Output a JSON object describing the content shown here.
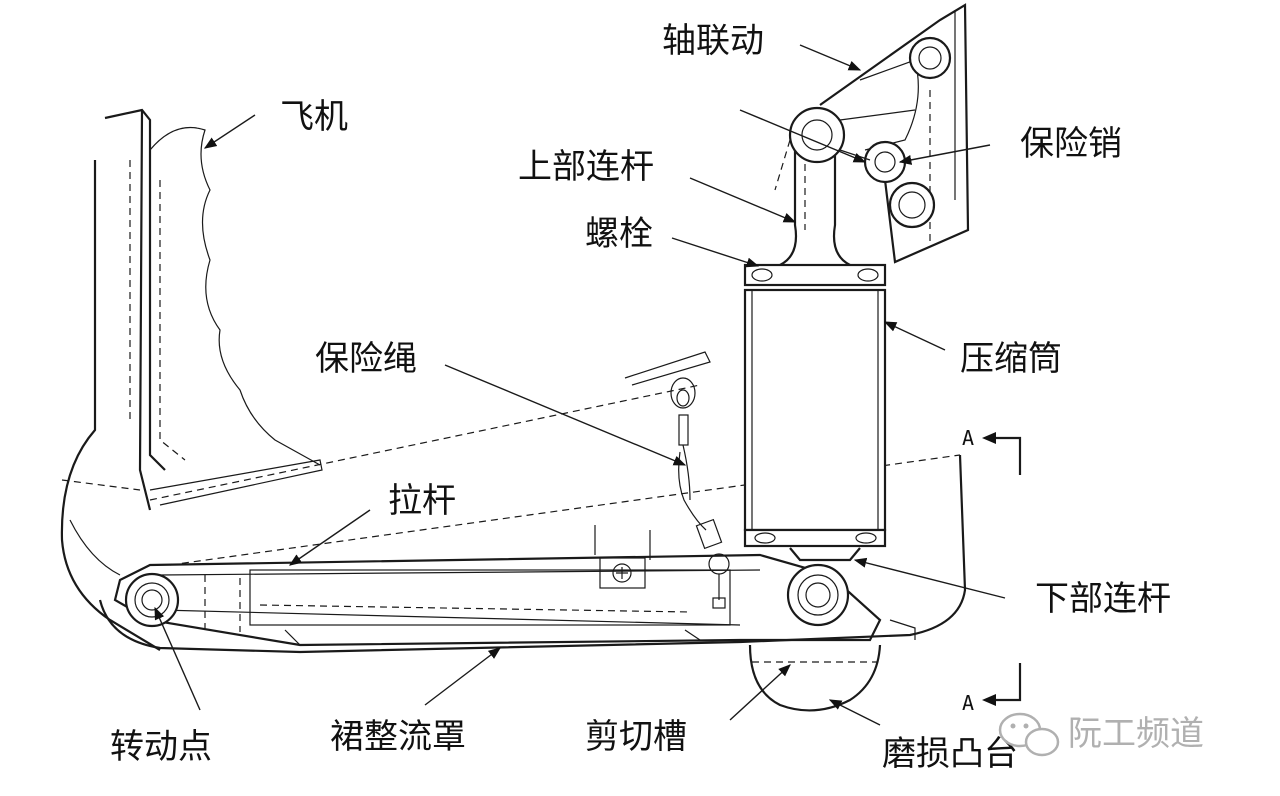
{
  "labels": {
    "aircraft": "飞机",
    "shaft_linkage": "轴联动",
    "safety_pin": "保险销",
    "upper_link": "上部连杆",
    "bolt": "螺栓",
    "compression_cylinder": "压缩筒",
    "safety_rope": "保险绳",
    "tie_rod": "拉杆",
    "lower_link": "下部连杆",
    "pivot_point": "转动点",
    "fairing": "裙整流罩",
    "shear_groove": "剪切槽",
    "wear_boss": "磨损凸台"
  },
  "section_markers": {
    "top": "A",
    "bottom": "A"
  },
  "watermark": {
    "text": "阮工频道",
    "icon": "wechat-icon"
  }
}
